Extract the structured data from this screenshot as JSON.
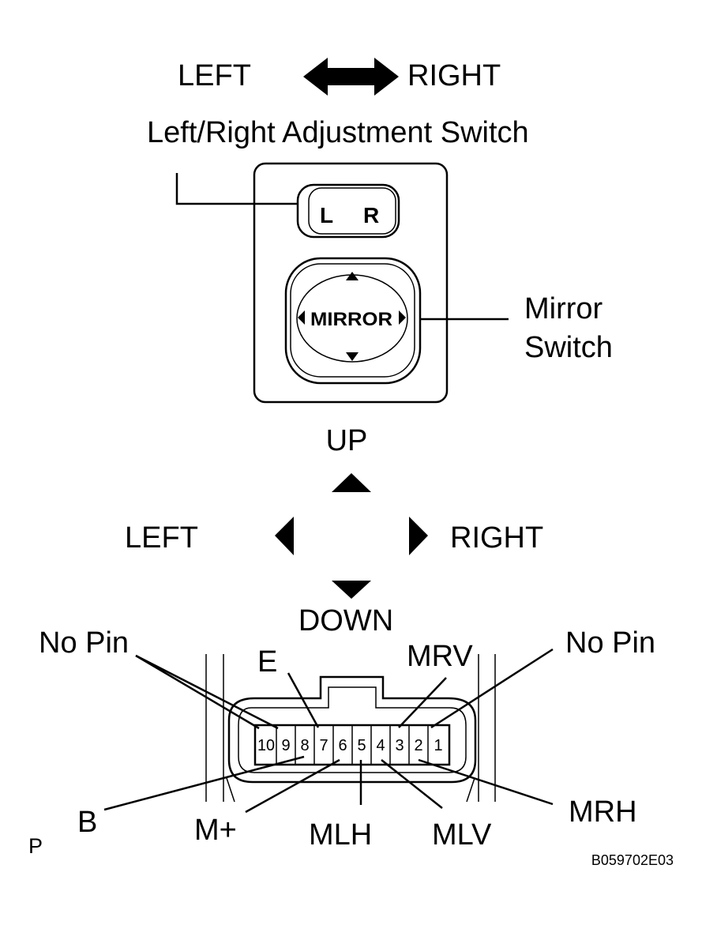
{
  "direction_top": {
    "left": "LEFT",
    "right": "RIGHT"
  },
  "switch": {
    "title": "Left/Right Adjustment Switch",
    "lr_left": "L",
    "lr_right": "R",
    "mirror_label": "MIRROR",
    "mirror_callout_line1": "Mirror",
    "mirror_callout_line2": "Switch"
  },
  "direction_pad": {
    "up": "UP",
    "down": "DOWN",
    "left": "LEFT",
    "right": "RIGHT"
  },
  "connector": {
    "pins": [
      "10",
      "9",
      "8",
      "7",
      "6",
      "5",
      "4",
      "3",
      "2",
      "1"
    ],
    "labels": {
      "no_pin_left": "No Pin",
      "e": "E",
      "mrv": "MRV",
      "no_pin_right": "No Pin",
      "b": "B",
      "m_plus": "M+",
      "mlh": "MLH",
      "mlv": "MLV",
      "mrh": "MRH"
    }
  },
  "corner_mark": "P",
  "figure_code": "B059702E03"
}
